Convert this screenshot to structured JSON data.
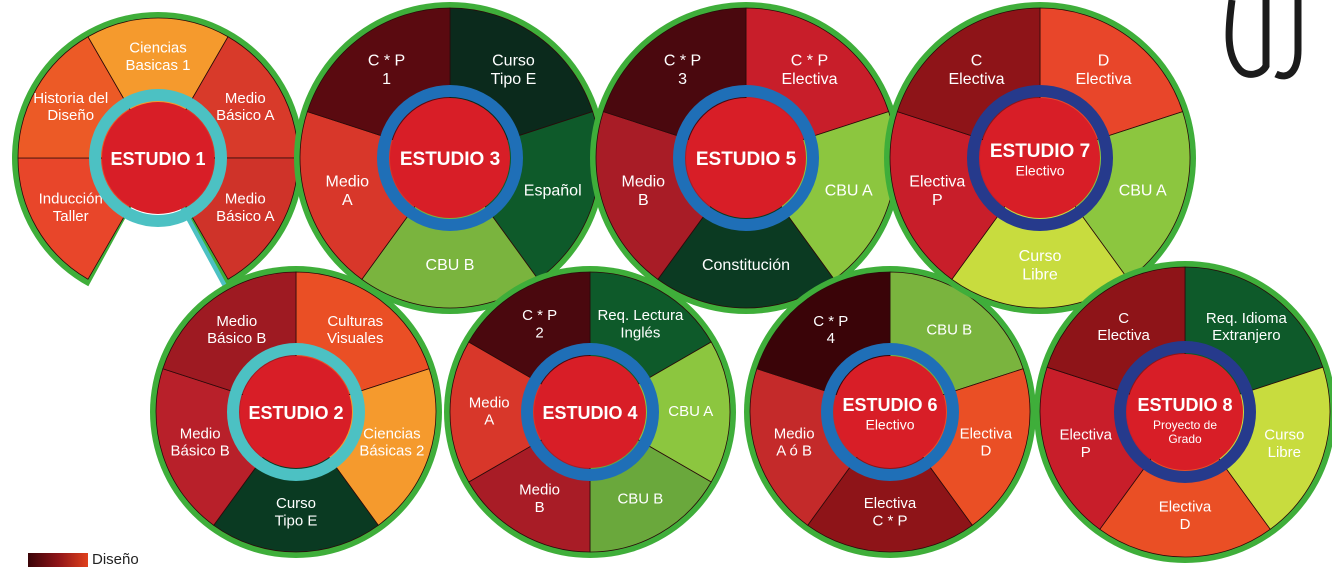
{
  "colors": {
    "ring": "#3fae3a",
    "center": "#d81e27",
    "connector_studio_1_2": "#4cc1c3",
    "connector_blue": "#1f6fb7",
    "connector_navy": "#263a8c"
  },
  "studios": [
    {
      "id": "estudio-1",
      "title": "ESTUDIO 1",
      "subtitle": [],
      "accent": "#4cc1c3",
      "segments": [
        {
          "lines": [
            "Inducción",
            "Taller"
          ],
          "fill": "#e8462a"
        },
        {
          "lines": [
            "Historia del",
            "Diseño"
          ],
          "fill": "#ec5a26"
        },
        {
          "lines": [
            "Ciencias",
            "Basicas 1"
          ],
          "fill": "#f59a2d"
        },
        {
          "lines": [
            "Medio",
            "Básico A"
          ],
          "fill": "#d83a2a"
        },
        {
          "lines": [
            "Medio",
            "Básico A"
          ],
          "fill": "#cf3329"
        }
      ]
    },
    {
      "id": "estudio-2",
      "title": "ESTUDIO 2",
      "subtitle": [],
      "accent": "#4cc1c3",
      "segments": [
        {
          "lines": [
            "Culturas",
            "Visuales"
          ],
          "fill": "#ea4f25"
        },
        {
          "lines": [
            "Ciencias",
            "Básicas 2"
          ],
          "fill": "#f59a2d"
        },
        {
          "lines": [
            "Curso",
            "Tipo E"
          ],
          "fill": "#0a3a22"
        },
        {
          "lines": [
            "Medio",
            "Básico B"
          ],
          "fill": "#b8202a"
        },
        {
          "lines": [
            "Medio",
            "Básico B"
          ],
          "fill": "#9e1a22"
        }
      ]
    },
    {
      "id": "estudio-3",
      "title": "ESTUDIO 3",
      "subtitle": [],
      "accent": "#1f6fb7",
      "segments": [
        {
          "lines": [
            "Curso",
            "Tipo E"
          ],
          "fill": "#0b2a1c"
        },
        {
          "lines": [
            "Español"
          ],
          "fill": "#0e5a2a"
        },
        {
          "lines": [
            "CBU B"
          ],
          "fill": "#7ab43e"
        },
        {
          "lines": [
            "Medio",
            "A"
          ],
          "fill": "#d8372a"
        },
        {
          "lines": [
            "C * P",
            "1"
          ],
          "fill": "#5a0a10"
        }
      ]
    },
    {
      "id": "estudio-4",
      "title": "ESTUDIO 4",
      "subtitle": [],
      "accent": "#1f6fb7",
      "segments": [
        {
          "lines": [
            "Req. Lectura",
            "Inglés"
          ],
          "fill": "#0e5a2a"
        },
        {
          "lines": [
            "CBU A"
          ],
          "fill": "#8cc63f"
        },
        {
          "lines": [
            "CBU B"
          ],
          "fill": "#6aa83c"
        },
        {
          "lines": [
            "Medio",
            "B"
          ],
          "fill": "#a81c26"
        },
        {
          "lines": [
            "Medio",
            "A"
          ],
          "fill": "#d8372a"
        },
        {
          "lines": [
            "C * P",
            "2"
          ],
          "fill": "#4a080e"
        }
      ]
    },
    {
      "id": "estudio-5",
      "title": "ESTUDIO 5",
      "subtitle": [],
      "accent": "#1f6fb7",
      "segments": [
        {
          "lines": [
            "C * P",
            "Electiva"
          ],
          "fill": "#c81e2a"
        },
        {
          "lines": [
            "CBU A"
          ],
          "fill": "#8cc63f"
        },
        {
          "lines": [
            "Constitución"
          ],
          "fill": "#0b3a22"
        },
        {
          "lines": [
            "Medio",
            "B"
          ],
          "fill": "#a81c26"
        },
        {
          "lines": [
            "C * P",
            "3"
          ],
          "fill": "#4a080e"
        }
      ]
    },
    {
      "id": "estudio-6",
      "title": "ESTUDIO 6",
      "subtitle": [
        "Electivo"
      ],
      "accent": "#1f6fb7",
      "segments": [
        {
          "lines": [
            "CBU B"
          ],
          "fill": "#7ab43e"
        },
        {
          "lines": [
            "Electiva",
            "D"
          ],
          "fill": "#ea4f25"
        },
        {
          "lines": [
            "Electiva",
            "C * P"
          ],
          "fill": "#8e1418"
        },
        {
          "lines": [
            "Medio",
            "A ó B"
          ],
          "fill": "#c42a2a"
        },
        {
          "lines": [
            "C * P",
            "4"
          ],
          "fill": "#3a0408"
        }
      ]
    },
    {
      "id": "estudio-7",
      "title": "ESTUDIO 7",
      "subtitle": [
        "Electivo"
      ],
      "accent": "#263a8c",
      "segments": [
        {
          "lines": [
            "D",
            "Electiva"
          ],
          "fill": "#e8462a"
        },
        {
          "lines": [
            "CBU A"
          ],
          "fill": "#8cc63f"
        },
        {
          "lines": [
            "Curso",
            "Libre"
          ],
          "fill": "#c8dc3e"
        },
        {
          "lines": [
            "Electiva",
            "P"
          ],
          "fill": "#c81e2a"
        },
        {
          "lines": [
            "C",
            "Electiva"
          ],
          "fill": "#8e1418"
        }
      ]
    },
    {
      "id": "estudio-8",
      "title": "ESTUDIO 8",
      "subtitle": [
        "Proyecto de",
        "Grado"
      ],
      "accent": "#263a8c",
      "segments": [
        {
          "lines": [
            "Req. Idioma",
            "Extranjero"
          ],
          "fill": "#0e5a2a"
        },
        {
          "lines": [
            "Curso",
            "Libre"
          ],
          "fill": "#c8dc3e"
        },
        {
          "lines": [
            "Electiva",
            "D"
          ],
          "fill": "#ea4f25"
        },
        {
          "lines": [
            "Electiva",
            "P"
          ],
          "fill": "#c81e2a"
        },
        {
          "lines": [
            "C",
            "Electiva"
          ],
          "fill": "#8e1418"
        }
      ]
    }
  ],
  "legend": {
    "label": "Diseño"
  }
}
